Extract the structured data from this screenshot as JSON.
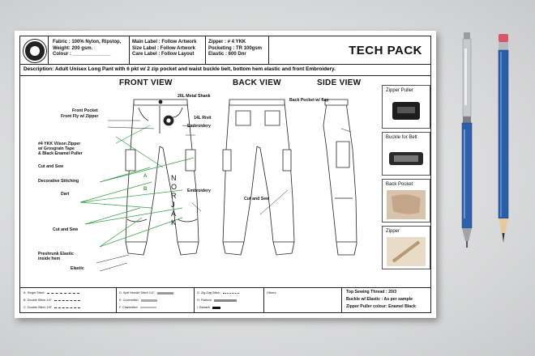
{
  "header": {
    "spec_col1": [
      "Fabric : 100% Nylon, Ripstop,",
      "Weight: 200 gsm.",
      "Colour : ______________"
    ],
    "spec_col2": [
      "Main Label : Follow Artwork",
      "Size Label  : Follow Artwork",
      "Care Label  : Follow Layout"
    ],
    "spec_col3": [
      "Zipper        : # 4 YKK",
      "Pocketing   : TR 100gsm",
      "Elastic        : 600 Dnr"
    ],
    "title": "TECH PACK"
  },
  "description": "Description: Adult Unisex Long Pant with 6 pkt w/ 2 zip pocket and waist buckle belt, bottom hem elastic and front Embroidery.",
  "views": {
    "front": "FRONT VIEW",
    "back": "BACK VIEW",
    "side": "SIDE VIEW"
  },
  "callouts": {
    "metal_shank": "26L Metal Shank",
    "front_pocket": "Front Pocket",
    "front_fly": "Front Fly w/ Zipper",
    "rivit": "14L Rivit",
    "embroidery_top": "Embroidery",
    "ykk_zipper_1": "#4 YKK Vilson Zipper",
    "ykk_zipper_2": "w/ Grosgrain Tape",
    "ykk_zipper_3": "& Black Enamel Puller",
    "cut_sew_1": "Cut and Sew",
    "decorative": "Decorative Stitching",
    "dart": "Dart",
    "embroidery_mid": "Embroidery",
    "cut_sew_2": "Cut and Sew",
    "preshrunk_1": "Preshrunk Elastic",
    "preshrunk_2": "inside hem",
    "elastic": "Elastic",
    "back_pocket": "Back Pocket w/ flap",
    "cut_sew_back": "Cut and Sew",
    "embroidery_text": [
      "N",
      "O",
      "R",
      "J",
      "A",
      "K"
    ],
    "marker_a": "A",
    "marker_b": "B"
  },
  "details": [
    {
      "label": "Zipper Puller"
    },
    {
      "label": "Buckle for Belt"
    },
    {
      "label": "Back Pocket"
    },
    {
      "label": "Zipper"
    }
  ],
  "stitches": [
    {
      "label": "A. Single Stitch"
    },
    {
      "label": "B. Double Stitch 1/4\""
    },
    {
      "label": "C. Double Stitch 1/8\""
    },
    {
      "label": "D. Split Needle Stitch 1/4\""
    },
    {
      "label": "E. Coverstitch"
    },
    {
      "label": "F. Chainstitch"
    },
    {
      "label": "G. Zig Zag Stitch"
    },
    {
      "label": "H. Flatlock"
    },
    {
      "label": "I. Bartack"
    },
    {
      "label": "Others"
    }
  ],
  "footer": {
    "thread": "Top Sewing Thread  : 20/3",
    "buckle": "Buckle w/ Elastic    : As per sample",
    "puller": "Zipper Puller colour: Enamel Black"
  },
  "colors": {
    "leader_line": "#2e9e3c",
    "pen_body": "#2f5fa8",
    "pencil_body": "#2a5ea6"
  }
}
